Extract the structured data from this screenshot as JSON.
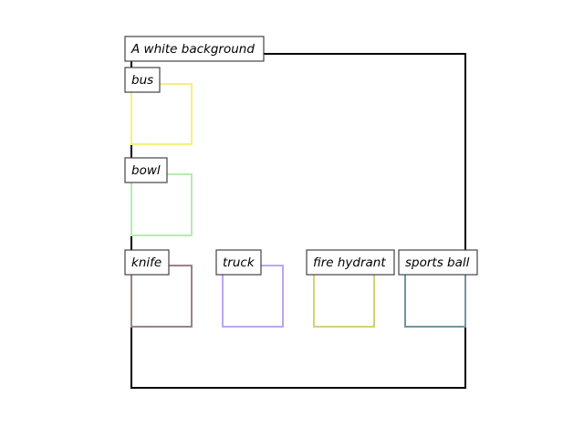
{
  "scene": {
    "caption": "A white background",
    "frame_color": "#000000",
    "objects": [
      {
        "label": "bus",
        "color": "#f5f07a"
      },
      {
        "label": "bowl",
        "color": "#b6ecb0"
      },
      {
        "label": "knife",
        "color": "#9b8385"
      },
      {
        "label": "truck",
        "color": "#bba6f2"
      },
      {
        "label": "fire hydrant",
        "color": "#d3d275"
      },
      {
        "label": "sports ball",
        "color": "#7195a0"
      }
    ]
  }
}
